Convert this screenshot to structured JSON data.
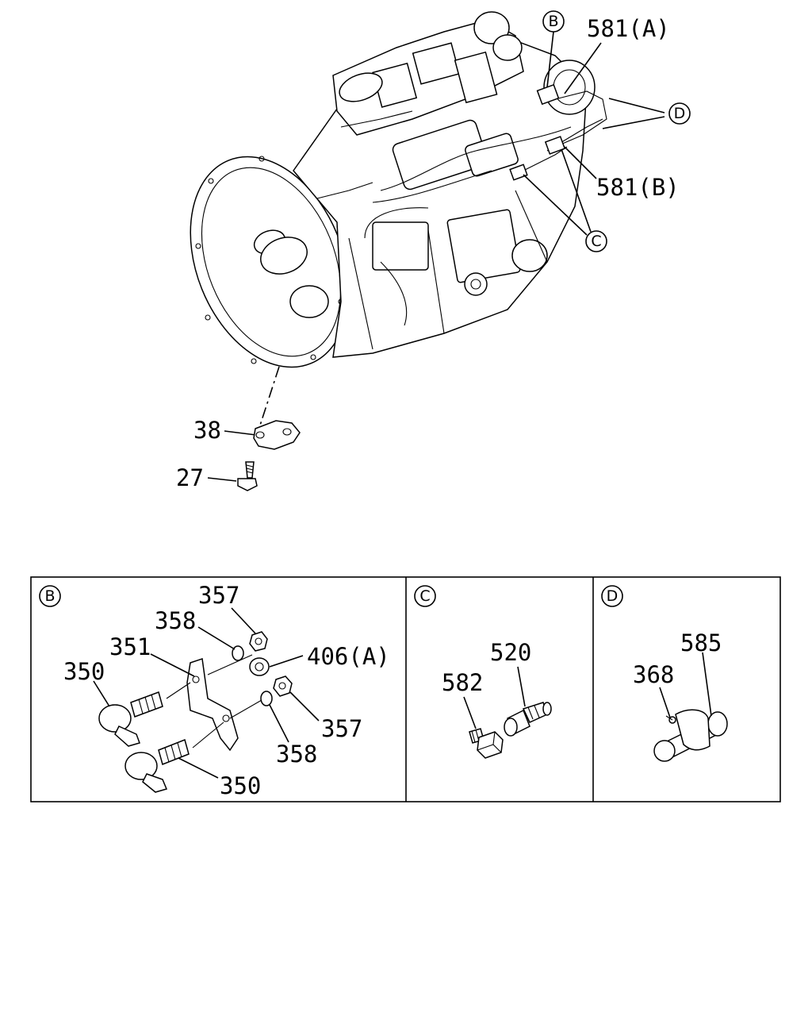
{
  "main_view": {
    "callouts": {
      "b": "B",
      "c": "C",
      "d": "D"
    },
    "labels": {
      "p581a": "581(A)",
      "p581b": "581(B)",
      "p38": "38",
      "p27": "27"
    }
  },
  "detail_b": {
    "title": "B",
    "labels": {
      "p357_top": "357",
      "p358_top": "358",
      "p351": "351",
      "p350_top": "350",
      "p406a": "406(A)",
      "p357_bottom": "357",
      "p358_bottom": "358",
      "p350_bottom": "350"
    }
  },
  "detail_c": {
    "title": "C",
    "labels": {
      "p520": "520",
      "p582": "582"
    }
  },
  "detail_d": {
    "title": "D",
    "labels": {
      "p585": "585",
      "p368": "368"
    }
  }
}
